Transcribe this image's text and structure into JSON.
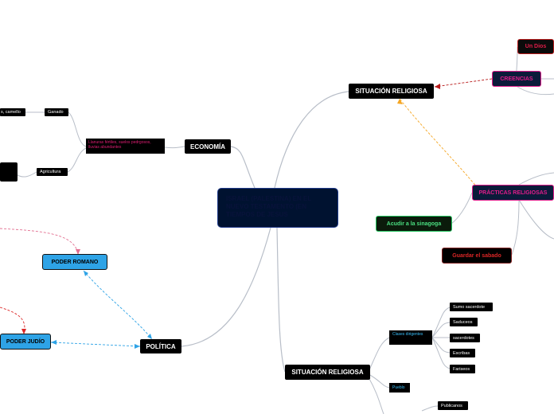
{
  "central": "ISRAEL (PALESTINA) EN EL NUEVO TESTAMENTO (EN TIEMPOS DE JESUS",
  "nodes": {
    "situacion_religiosa_top": "SITUACIÓN RELIGIOSA",
    "economia": "ECONOMÍA",
    "politica": "POLÍTICA",
    "situacion_religiosa_bottom": "SITUACIÓN RELIGIOSA",
    "creencias": "CREENCIAS",
    "un_dios": "Un Dios",
    "practicas": "PRÁCTICAS RELIGIOSAS",
    "sinagoga": "Acudir a la sinagoga",
    "sabado": "Guardar el sabado",
    "poder_romano": "PODER ROMANO",
    "poder_judio": "PODER JUDÍO",
    "llanuras": "Llanuras fértiles, suelos pedrgosos, lluvias abundantes",
    "ganado": "Ganado",
    "camello": "s, camello",
    "agricultura": "Agricultura",
    "clases_dirigentes": "Clases dirigentes",
    "pueblo": "Pueblo",
    "sumo_sacerdote": "Sumo sacerdote",
    "saduceos": "Saduceos",
    "sacerdotes": "sacerdotes",
    "escribas": "Escribas",
    "fariseos": "Fariseos",
    "publicanos": "Publicanos"
  },
  "colors": {
    "central_fill": "#001230",
    "blue_node": "#2ea3e6",
    "link_gray": "#b8bec8",
    "dashed_red": "#dc2626",
    "dashed_blue": "#2ea3e6",
    "dashed_orange": "#f5a623",
    "creencias_border": "#e11d8a"
  }
}
